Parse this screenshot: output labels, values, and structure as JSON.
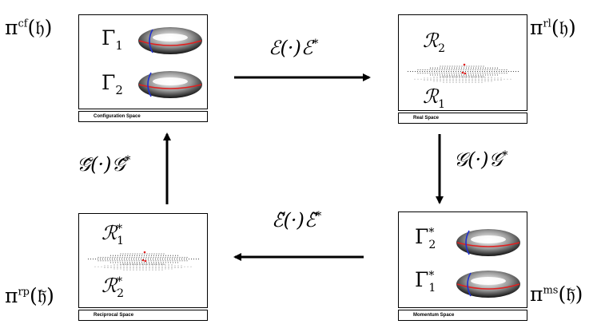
{
  "panels": {
    "cf": {
      "caption": "Configuration Space",
      "pi_label": "π",
      "pi_sup": "cf",
      "pi_arg": "(𝔥)",
      "top_symbol": "Γ",
      "top_sub": "1",
      "bottom_symbol": "Γ",
      "bottom_sub": "2"
    },
    "rl": {
      "caption": "Real Space",
      "pi_label": "π",
      "pi_sup": "rl",
      "pi_arg": "(𝔥)",
      "top_symbol": "ℛ",
      "top_sub": "2",
      "bottom_symbol": "ℛ",
      "bottom_sub": "1"
    },
    "ms": {
      "caption": "Momentum Space",
      "pi_label": "π",
      "pi_sup": "ms",
      "pi_arg": "(𝔥̃)",
      "top_symbol": "Γ",
      "top_sub": "2",
      "top_star": "*",
      "bottom_symbol": "Γ",
      "bottom_sub": "1",
      "bottom_star": "*"
    },
    "rp": {
      "caption": "Reciprocal Space",
      "pi_label": "π",
      "pi_sup": "rp",
      "pi_arg": "(𝔥̃)",
      "top_symbol": "ℛ",
      "top_sub": "1",
      "top_star": "*",
      "bottom_symbol": "ℛ",
      "bottom_sub": "2",
      "bottom_star": "*"
    }
  },
  "arrows": {
    "top": {
      "left": "ℰ(·)ℰ",
      "star": "*"
    },
    "right": {
      "left": "𝒢(·)𝒢",
      "star": "*"
    },
    "bottom": {
      "left": "ℰ̃(·)ℰ̃",
      "star": "*"
    },
    "left": {
      "left": "𝒢̃(·)𝒢̃",
      "star": "*"
    }
  },
  "colors": {
    "stroke": "#000000",
    "torus_red": "#e02020",
    "torus_blue": "#2030d0",
    "dots": "#333333",
    "highlight_dots": "#e02020"
  }
}
